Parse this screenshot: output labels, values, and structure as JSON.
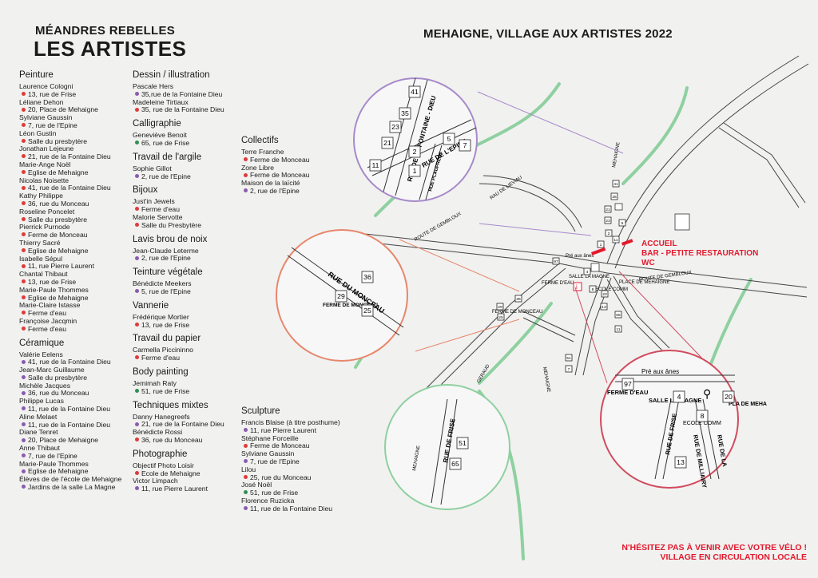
{
  "header": {
    "line1": "MÉANDRES REBELLES",
    "line2": "LES ARTISTES"
  },
  "map_title": "MEHAIGNE, VILLAGE AUX ARTISTES 2022",
  "pin_colors": {
    "red": "#e03a3a",
    "purple": "#8a5bb0",
    "green": "#2f8f55"
  },
  "columns": [
    {
      "groups": [
        {
          "category": "Peinture",
          "entries": [
            {
              "name": "Laurence Cologni",
              "address": "13, rue de Frise",
              "pin": "red"
            },
            {
              "name": "Léliane Dehon",
              "address": "20, Place de Mehaigne",
              "pin": "red"
            },
            {
              "name": "Sylviane Gaussin",
              "address": "7, rue de l'Epine",
              "pin": "red"
            },
            {
              "name": "Léon Gustin",
              "address": "Salle du presbytère",
              "pin": "red"
            },
            {
              "name": "Jonathan Lejeune",
              "address": "21, rue de la Fontaine Dieu",
              "pin": "red"
            },
            {
              "name": "Marie-Ange Noël",
              "address": "Eglise de Mehaigne",
              "pin": "red"
            },
            {
              "name": "Nicolas Noisette",
              "address": "41, rue de la Fontaine Dieu",
              "pin": "red"
            },
            {
              "name": "Kathy Philippe",
              "address": "36, rue du Monceau",
              "pin": "red"
            },
            {
              "name": "Roseline Poncelet",
              "address": "Salle du presbytère",
              "pin": "red"
            },
            {
              "name": "Pierrick Purnode",
              "address": "Ferme de Monceau",
              "pin": "red"
            },
            {
              "name": "Thierry Sacré",
              "address": "Eglise de Mehaigne",
              "pin": "red"
            },
            {
              "name": "Isabelle Sépul",
              "address": "11, rue Pierre Laurent",
              "pin": "red"
            },
            {
              "name": "Chantal Thibaut",
              "address": "13, rue de Frise",
              "pin": "red"
            },
            {
              "name": "Marie-Paule Thommes",
              "address": "Eglise de Mehaigne",
              "pin": "red"
            },
            {
              "name": "Marie-Claire Istasse",
              "address": "Ferme d'eau",
              "pin": "red"
            },
            {
              "name": "Françoise Jacqmin",
              "address": "Ferme d'eau",
              "pin": "red"
            }
          ]
        },
        {
          "category": "Céramique",
          "entries": [
            {
              "name": "Valérie Eelens",
              "address": "41, rue de la Fontaine Dieu",
              "pin": "purple"
            },
            {
              "name": "Jean-Marc Guillaume",
              "address": "Salle du presbytère",
              "pin": "purple"
            },
            {
              "name": "Michèle Jacques",
              "address": "36, rue du Monceau",
              "pin": "purple"
            },
            {
              "name": "Philippe Lucas",
              "address": "11, rue de la Fontaine Dieu",
              "pin": "purple"
            },
            {
              "name": "Aline Melaet",
              "address": "11, rue de la Fontaine Dieu",
              "pin": "purple"
            },
            {
              "name": "Diane Tenret",
              "address": "20, Place de Mehaigne",
              "pin": "purple"
            },
            {
              "name": "Anne Thibaut",
              "address": "7, rue de l'Epine",
              "pin": "purple"
            },
            {
              "name": "Marie-Paule Thommes",
              "address": "Eglise de Mehaigne",
              "pin": "purple"
            },
            {
              "name": "Élèves de de l'école de Mehaigne",
              "address": "Jardins de la salle La Magne",
              "pin": "purple"
            }
          ]
        }
      ]
    },
    {
      "groups": [
        {
          "category": "Dessin / illustration",
          "entries": [
            {
              "name": "Pascale Hers",
              "address": "35,rue de la Fontaine Dieu",
              "pin": "purple"
            },
            {
              "name": "Madeleine Tirtiaux",
              "address": "35, rue de la Fontaine Dieu",
              "pin": "red"
            }
          ]
        },
        {
          "category": "Calligraphie",
          "entries": [
            {
              "name": "Geneviève Benoit",
              "address": "65, rue de Frise",
              "pin": "green"
            }
          ]
        },
        {
          "category": "Travail de l'argile",
          "entries": [
            {
              "name": "Sophie Gillot",
              "address": "2, rue de l'Epine",
              "pin": "purple"
            }
          ]
        },
        {
          "category": "Bijoux",
          "entries": [
            {
              "name": "Just'in Jewels",
              "address": "Ferme d'eau",
              "pin": "red"
            },
            {
              "name": "Malorie Servotte",
              "address": "Salle du Presbytère",
              "pin": "red"
            }
          ]
        },
        {
          "category": "Lavis brou de noix",
          "entries": [
            {
              "name": "Jean-Claude Leterme",
              "address": "2, rue de l'Epine",
              "pin": "purple"
            }
          ]
        },
        {
          "category": "Teinture végétale",
          "entries": [
            {
              "name": "Bénédicte Meekers",
              "address": "5, rue de l'Epine",
              "pin": "purple"
            }
          ]
        },
        {
          "category": "Vannerie",
          "entries": [
            {
              "name": "Frédérique Mortier",
              "address": "13, rue de Frise",
              "pin": "red"
            }
          ]
        },
        {
          "category": "Travail du papier",
          "entries": [
            {
              "name": "Carmella Piccininno",
              "address": "Ferme d'eau",
              "pin": "red"
            }
          ]
        },
        {
          "category": "Body painting",
          "entries": [
            {
              "name": "Jemimah Raty",
              "address": "51, rue de Frise",
              "pin": "green"
            }
          ]
        },
        {
          "category": "Techniques mixtes",
          "entries": [
            {
              "name": "Danny Hanegreefs",
              "address": "21, rue de la Fontaine Dieu",
              "pin": "purple"
            },
            {
              "name": "Bénédicte Rossi",
              "address": "36, rue du Monceau",
              "pin": "red"
            }
          ]
        },
        {
          "category": "Photographie",
          "entries": [
            {
              "name": "Objectif Photo Loisir",
              "address": "Ecole de Mehaigne",
              "pin": "red"
            },
            {
              "name": "Victor Limpach",
              "address": "11, rue Pierre Laurent",
              "pin": "purple"
            }
          ]
        }
      ]
    },
    {
      "groups": [
        {
          "category": "Collectifs",
          "entries": [
            {
              "name": "Terre Franche",
              "address": "Ferme de Monceau",
              "pin": "red"
            },
            {
              "name": "Zone Libre",
              "address": "Ferme de Monceau",
              "pin": "red"
            },
            {
              "name": "Maison de la laïcité",
              "address": "2, rue de l'Epine",
              "pin": "purple"
            }
          ]
        }
      ]
    },
    {
      "groups": [
        {
          "category": "Sculpture",
          "entries": [
            {
              "name": "Francis Blaise (à titre posthume)",
              "address": "11, rue Pierre Laurent",
              "pin": "purple"
            },
            {
              "name": "Stéphane Forceille",
              "address": "Ferme de Monceau",
              "pin": "red"
            },
            {
              "name": "Sylviane Gaussin",
              "address": "7, rue de l'Epine",
              "pin": "purple"
            },
            {
              "name": "Lilou",
              "address": "25, rue du Monceau",
              "pin": "red"
            },
            {
              "name": "José Noël",
              "address": "51, rue de Frise",
              "pin": "green"
            },
            {
              "name": "Florence Ruzicka",
              "address": "11, rue de la Fontaine Dieu",
              "pin": "purple"
            }
          ]
        }
      ]
    }
  ],
  "map": {
    "roads": {
      "gembloux_1": "ROUTE DE GEMBLOUX",
      "gembloux_2": "ROUTE DE GEMBLOUX",
      "lieviau": "RAU DE LIEVIAU",
      "mehaigne_rd": "MEHAIGNE",
      "mehaigne_rd2": "MEHAIGNE",
      "geraud": "GERAUD"
    },
    "legend": {
      "accueil": "ACCUEIL",
      "bar": "BAR - PETITE RESTAURATION",
      "wc": "WC"
    },
    "center_labels": {
      "pre_aux_anes": "Pré aux ânes",
      "ferme_deau": "FERME D'EAU",
      "salle_la_magne": "SALLE LA MAGNE",
      "ecole_comm": "ECOLE COMM",
      "place_mehaigne": "PLACE DE MEHAIGNE",
      "ferme_monceau": "FERME DE MONCEAU",
      "info": "i",
      "nums": [
        "97",
        "4",
        "20",
        "8",
        "13",
        "36",
        "29",
        "25",
        "41",
        "35",
        "21",
        "23",
        "2",
        "1",
        "11",
        "5",
        "7",
        "51",
        "65",
        "11"
      ]
    },
    "inset_purple": {
      "street1": "RUE DE LA FONTAINE - DIEU",
      "street2": "RUE DE L'EPINE",
      "street3": "RUE PLAUPRENT",
      "nums": [
        "41",
        "35",
        "23",
        "21",
        "11",
        "2",
        "1",
        "5",
        "7"
      ]
    },
    "inset_orange": {
      "street": "RUE DU MONCEAU",
      "place": "FERME DE MONCEAU",
      "nums": [
        "36",
        "29",
        "25"
      ]
    },
    "inset_green": {
      "street": "RUE DE FRISE",
      "road": "MEHAIGNE",
      "nums": [
        "51",
        "65"
      ]
    },
    "inset_red": {
      "pre": "Pré aux ânes",
      "ferme": "FERME D'EAU",
      "salle": "SALLE LA MAGNE",
      "ecole": "ECOLE COMM",
      "frise": "RUE DE FRISE",
      "rue_la": "RUE DE LA",
      "militaire": "RUE DE MILLIAIRY",
      "place": "PLA DE MEHA",
      "nums": [
        "97",
        "4",
        "20",
        "8",
        "13"
      ]
    }
  },
  "footer": {
    "line1": "N'HÉSITEZ PAS À VENIR AVEC VOTRE VÉLO !",
    "line2": "VILLAGE EN CIRCULATION LOCALE"
  }
}
